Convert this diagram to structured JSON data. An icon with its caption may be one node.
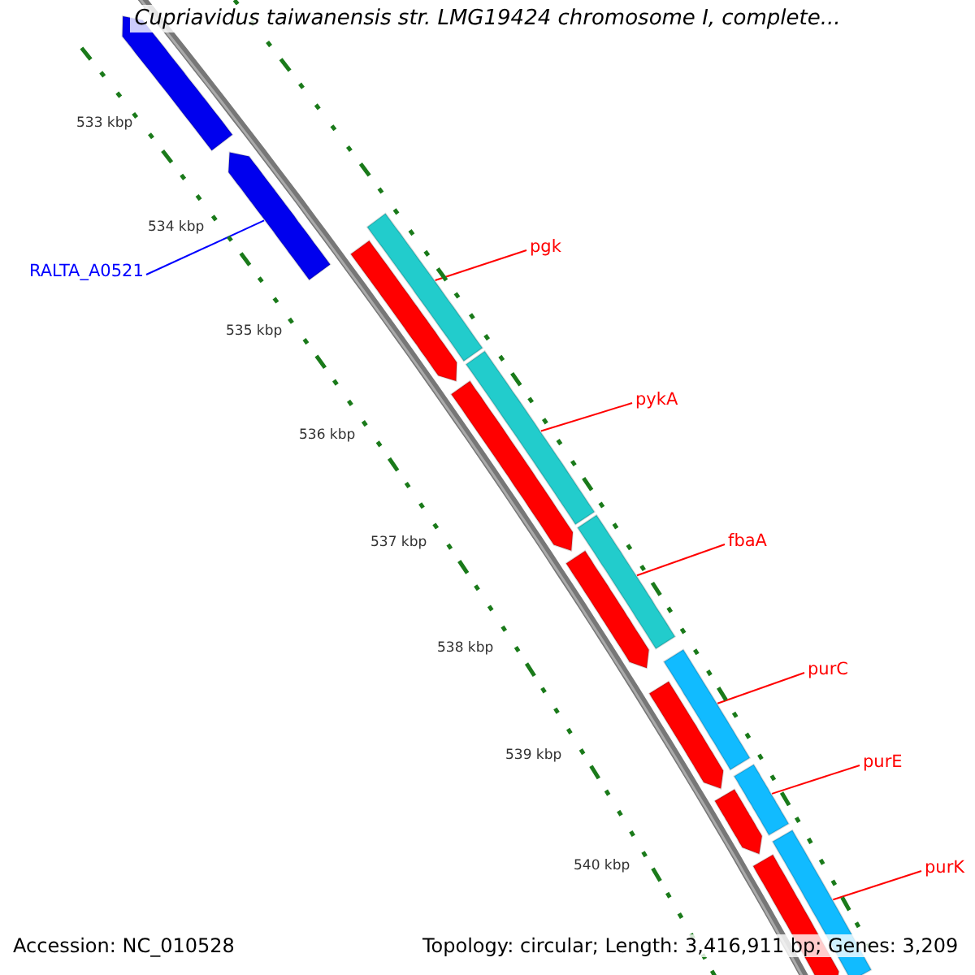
{
  "diagram": {
    "title": "Cupriavidus taiwanensis str. LMG19424 chromosome I, complete...",
    "nodes": [
      {
        "text": [
          "RALTA_A0521"
        ]
      },
      {
        "text": [
          "pgk"
        ]
      },
      {
        "text": [
          "pykA"
        ]
      },
      {
        "text": [
          "fbaA"
        ]
      },
      {
        "text": [
          "purC"
        ]
      },
      {
        "text": [
          "purE"
        ]
      },
      {
        "text": [
          "purK"
        ]
      },
      {
        "text": [],
        "shape": "arrow"
      },
      {
        "text": [],
        "shape": "arrow"
      },
      {
        "text": [],
        "shape": "arrow"
      },
      {
        "text": [],
        "shape": "arrow"
      },
      {
        "text": [],
        "shape": "arrow"
      },
      {
        "text": [],
        "shape": "arrow"
      },
      {
        "text": [],
        "shape": "arrow"
      },
      {
        "text": [],
        "shape": "arrow"
      },
      {
        "text": [],
        "shape": "bar"
      },
      {
        "text": [],
        "shape": "bar"
      },
      {
        "text": [],
        "shape": "bar"
      },
      {
        "text": [],
        "shape": "bar"
      },
      {
        "text": [],
        "shape": "bar"
      },
      {
        "text": [],
        "shape": "bar"
      }
    ],
    "edges": [
      {
        "from": 0,
        "to": 8,
        "arrow": "none",
        "color": "#0000ff"
      },
      {
        "from": 1,
        "to": 15,
        "arrow": "none"
      },
      {
        "from": 2,
        "to": 16,
        "arrow": "none"
      },
      {
        "from": 3,
        "to": 17,
        "arrow": "none"
      },
      {
        "from": 4,
        "to": 18,
        "arrow": "none"
      },
      {
        "from": 5,
        "to": 19,
        "arrow": "none"
      },
      {
        "from": 6,
        "to": 20,
        "arrow": "none"
      }
    ],
    "labels": [
      "533 kbp",
      "534 kbp",
      "535 kbp",
      "536 kbp",
      "537 kbp",
      "538 kbp",
      "539 kbp",
      "540 kbp",
      "Accession: NC_010528",
      "Topology: circular; Length: 3,416,911 bp; Genes: 3,209"
    ]
  }
}
